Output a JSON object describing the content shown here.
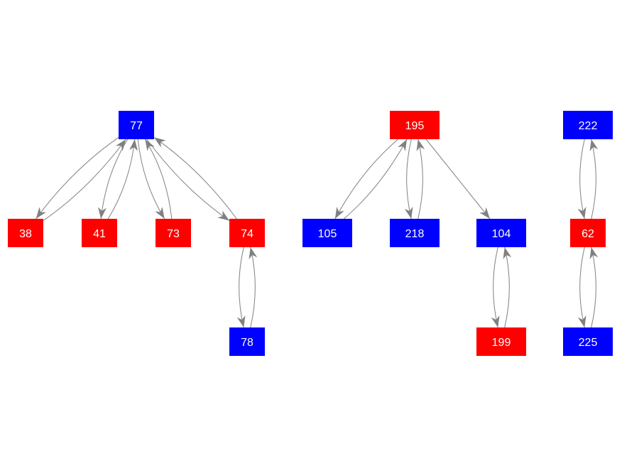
{
  "colors": {
    "red": "#ff0000",
    "blue": "#0000ff",
    "edge": "#808080",
    "label": "#ffffff"
  },
  "nodes": [
    {
      "id": "77",
      "label": "77",
      "color": "blue"
    },
    {
      "id": "38",
      "label": "38",
      "color": "red"
    },
    {
      "id": "41",
      "label": "41",
      "color": "red"
    },
    {
      "id": "73",
      "label": "73",
      "color": "red"
    },
    {
      "id": "74",
      "label": "74",
      "color": "red"
    },
    {
      "id": "78",
      "label": "78",
      "color": "blue"
    },
    {
      "id": "195",
      "label": "195",
      "color": "red"
    },
    {
      "id": "105",
      "label": "105",
      "color": "blue"
    },
    {
      "id": "218",
      "label": "218",
      "color": "blue"
    },
    {
      "id": "104",
      "label": "104",
      "color": "blue"
    },
    {
      "id": "199",
      "label": "199",
      "color": "red"
    },
    {
      "id": "222",
      "label": "222",
      "color": "blue"
    },
    {
      "id": "62",
      "label": "62",
      "color": "red"
    },
    {
      "id": "225",
      "label": "225",
      "color": "blue"
    }
  ],
  "edges": [
    {
      "from": "77",
      "to": "38"
    },
    {
      "from": "38",
      "to": "77"
    },
    {
      "from": "77",
      "to": "41"
    },
    {
      "from": "41",
      "to": "77"
    },
    {
      "from": "77",
      "to": "73"
    },
    {
      "from": "73",
      "to": "77"
    },
    {
      "from": "77",
      "to": "74"
    },
    {
      "from": "74",
      "to": "77"
    },
    {
      "from": "74",
      "to": "78"
    },
    {
      "from": "78",
      "to": "74"
    },
    {
      "from": "195",
      "to": "105"
    },
    {
      "from": "105",
      "to": "195"
    },
    {
      "from": "195",
      "to": "218"
    },
    {
      "from": "218",
      "to": "195"
    },
    {
      "from": "195",
      "to": "104"
    },
    {
      "from": "104",
      "to": "199"
    },
    {
      "from": "199",
      "to": "104"
    },
    {
      "from": "222",
      "to": "62"
    },
    {
      "from": "62",
      "to": "222"
    },
    {
      "from": "62",
      "to": "225"
    },
    {
      "from": "225",
      "to": "62"
    }
  ]
}
